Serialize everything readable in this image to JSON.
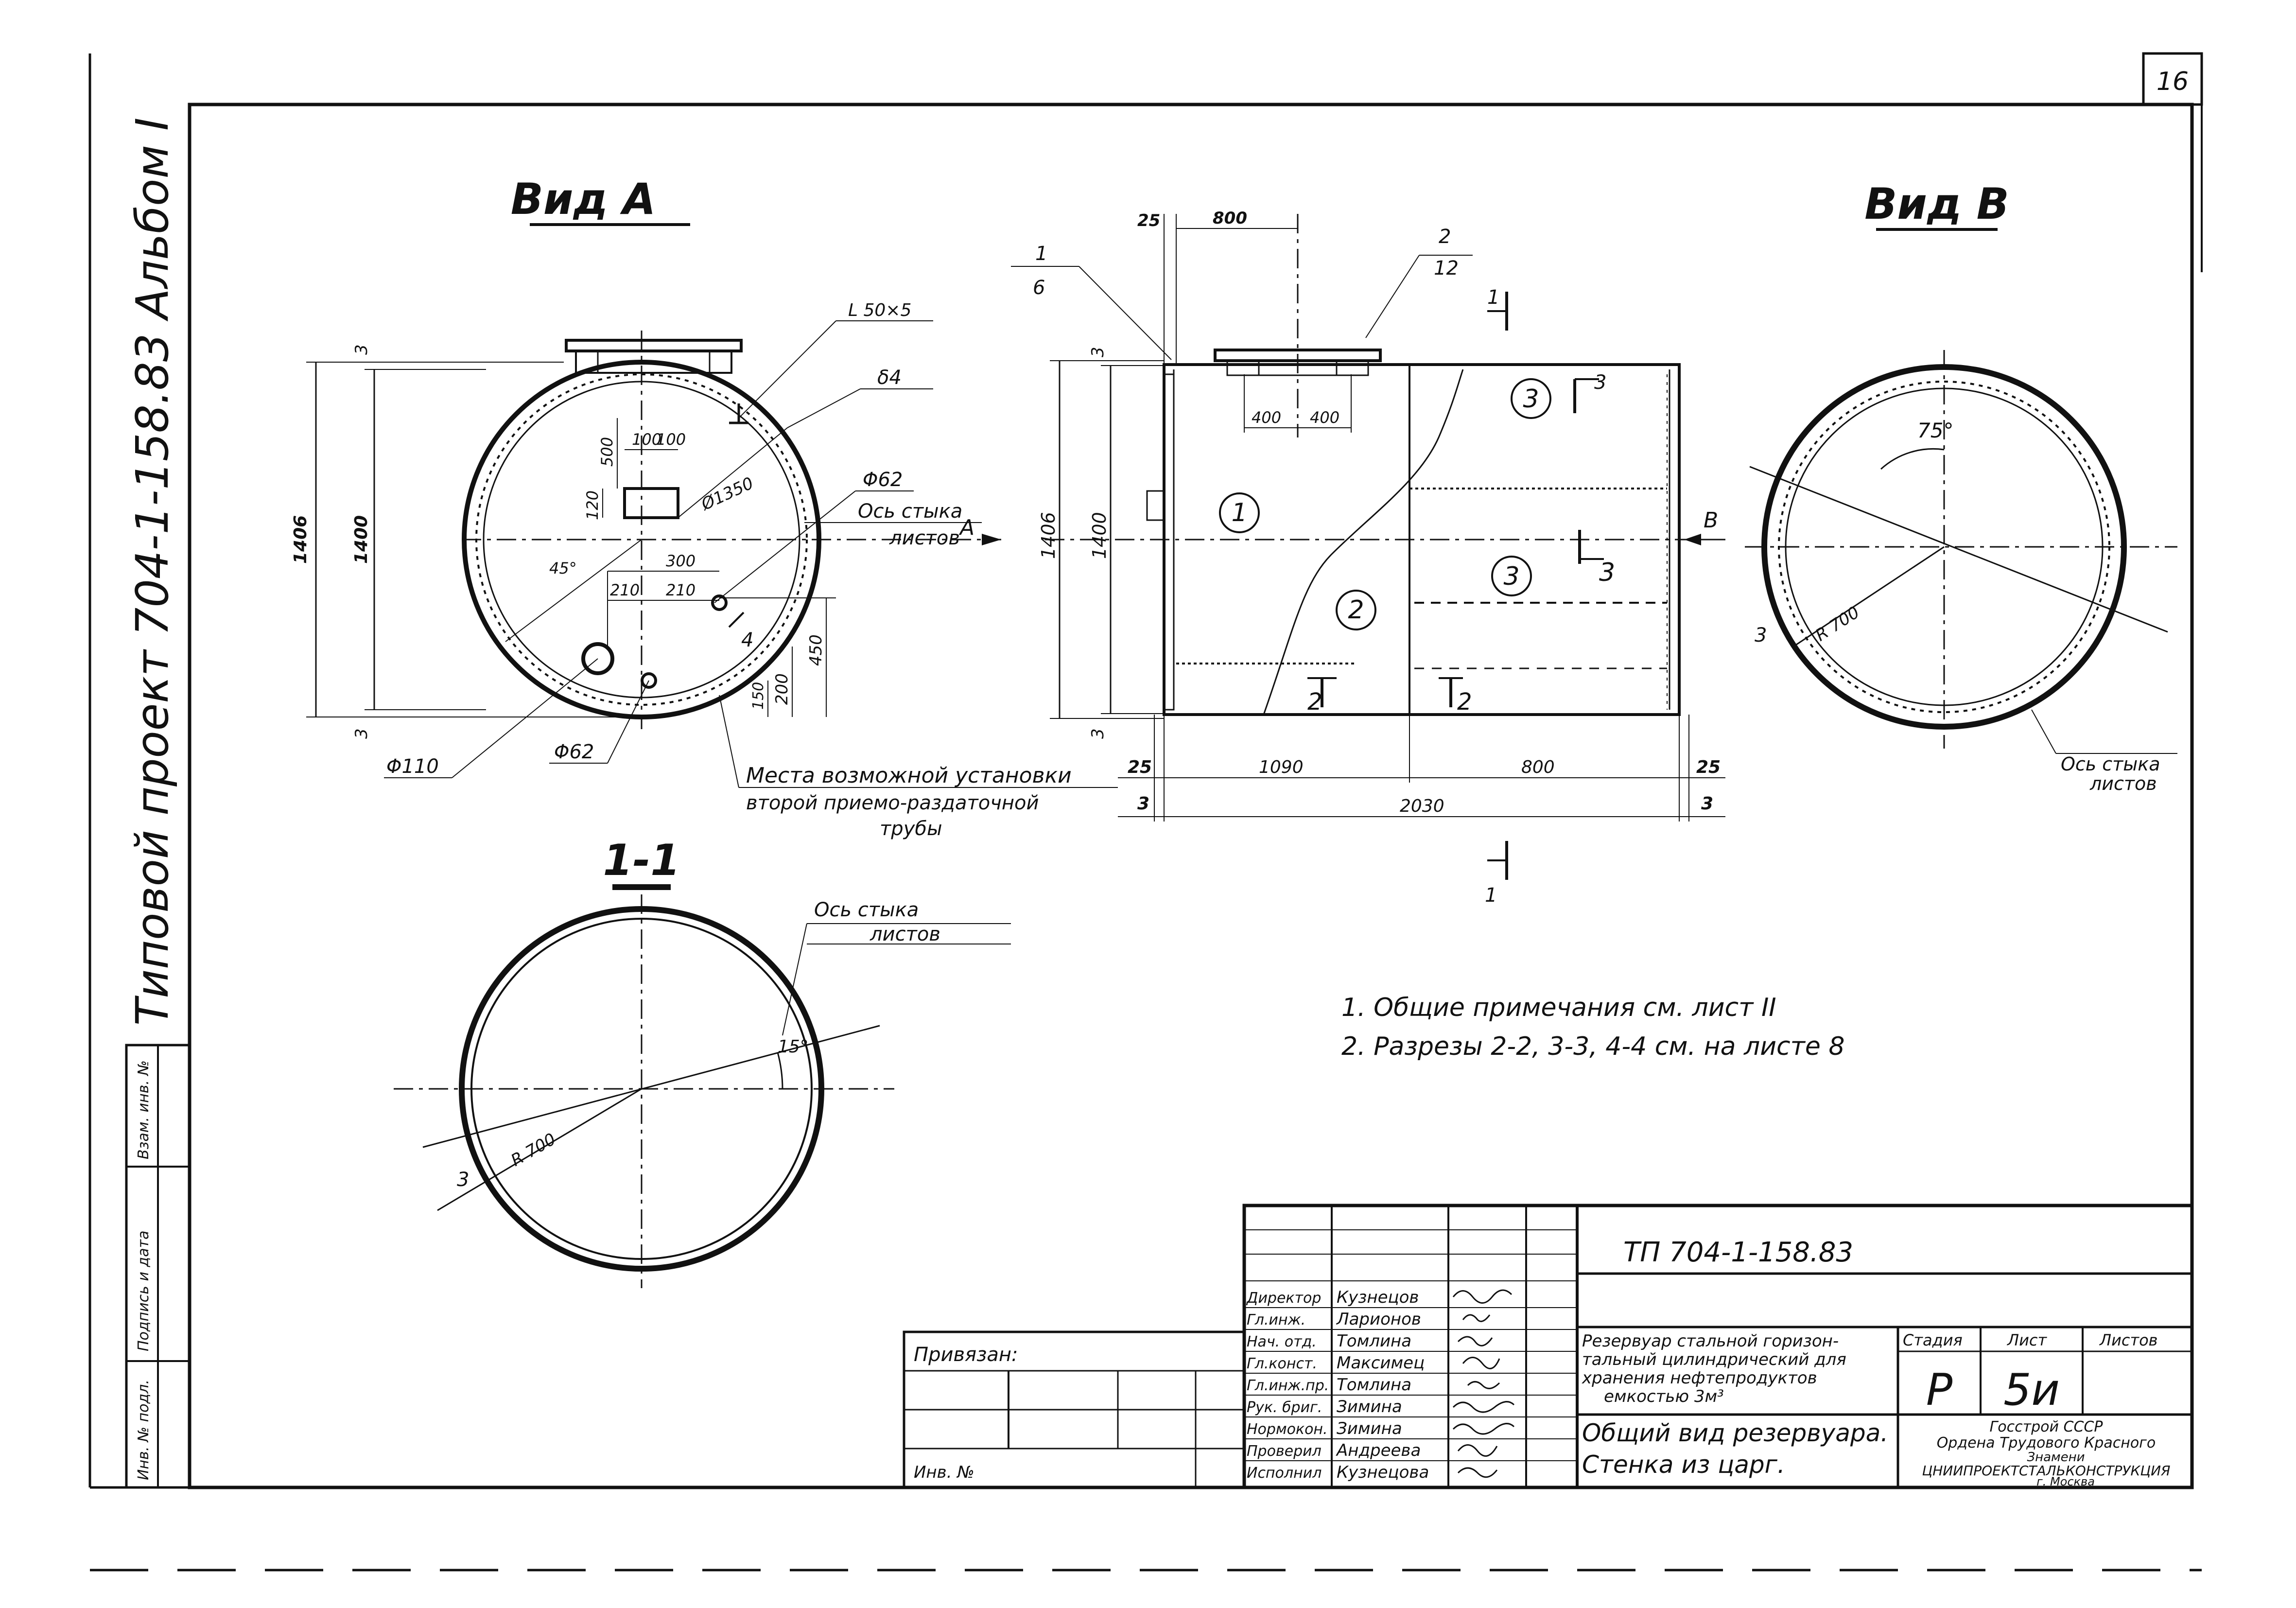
{
  "sheet": {
    "number": "16",
    "side_label": "Типовой проект 704-1-158.83 Альбом I"
  },
  "view_a": {
    "title": "Вид А",
    "dims": {
      "d1406": "1406",
      "d1400": "1400",
      "t3_top": "3",
      "t3_bot": "3",
      "d500": "500",
      "d120": "120",
      "d100a": "100",
      "d100b": "100",
      "d1350": "Ø1350",
      "d300": "300",
      "d210a": "210",
      "d210b": "210",
      "d450": "450",
      "d200": "200",
      "d150": "150",
      "ang45": "45°",
      "l50": "L 50×5",
      "s4": "δ4",
      "phi62_top": "Φ62",
      "phi110": "Φ110",
      "phi62_bot": "Φ62",
      "axis": "Ось стыка",
      "axis2": "листов",
      "arrow": "А",
      "cut4": "4"
    },
    "note_line1": "Места возможной установки",
    "note_line2": "второй приемо-раздаточной",
    "note_line3": "трубы"
  },
  "side_view": {
    "leader_top": "1",
    "leader_bot": "6",
    "leader2_top": "2",
    "leader2_bot": "12",
    "d25_top": "25",
    "d800_top": "800",
    "d400a": "400",
    "d400b": "400",
    "t3": "3",
    "d1406": "1406",
    "d1400": "1400",
    "t3b": "3",
    "d25_left": "25",
    "d1090": "1090",
    "d800": "800",
    "d25_right": "25",
    "d3_left": "3",
    "d2030": "2030",
    "d3_right": "3",
    "cut1_top": "1",
    "cut1_bot": "1",
    "cut3_top": "3",
    "cut3_mid": "3",
    "cut2a": "2",
    "cut2b": "2",
    "arrow_b": "В",
    "pos1": "1",
    "pos2": "2",
    "pos3a": "3",
    "pos3b": "3"
  },
  "view_b": {
    "title": "Вид В",
    "angle": "75°",
    "radius": "R 700",
    "thick": "3",
    "axis": "Ось стыка",
    "axis2": "листов"
  },
  "section_1_1": {
    "title": "1-1",
    "angle": "15°",
    "radius": "R 700",
    "thick": "3",
    "axis": "Ось стыка",
    "axis2": "листов"
  },
  "notes": {
    "line1": "1. Общие примечания см. лист II",
    "line2": "2. Разрезы 2-2, 3-3, 4-4 см. на листе 8"
  },
  "title_block": {
    "code": "ТП 704-1-158.83",
    "attached": "Привязан:",
    "inv": "Инв. №",
    "roles": [
      "Директор",
      "Гл.инж.",
      "Нач. отд.",
      "Гл.конст.",
      "Гл.инж.пр.",
      "Рук. бриг.",
      "Нормокон.",
      "Проверил",
      "Исполнил"
    ],
    "names": [
      "Кузнецов",
      "Ларионов",
      "Томлина",
      "Максимец",
      "Томлина",
      "Зимина",
      "Зимина",
      "Андреева",
      "Кузнецова"
    ],
    "desc1": "Резервуар стальной горизон-",
    "desc2": "тальный цилиндрический для",
    "desc3": "хранения нефтепродуктов",
    "desc4": "емкостью 3м³",
    "sheet_title1": "Общий вид резервуара.",
    "sheet_title2": "Стенка из царг.",
    "stage_h": "Стадия",
    "list_h": "Лист",
    "lists_h": "Листов",
    "stage": "Р",
    "list": "5и",
    "org1": "Госстрой СССР",
    "org2": "Ордена Трудового Красного",
    "org3": "Знамени",
    "org4": "ЦНИИПРОЕКТСТАЛЬКОНСТРУКЦИЯ",
    "org5": "г. Москва"
  },
  "side_stamp": {
    "c1": "Инв. № подл.",
    "c2": "Подпись и дата",
    "c3": "Взам. инв. №"
  }
}
